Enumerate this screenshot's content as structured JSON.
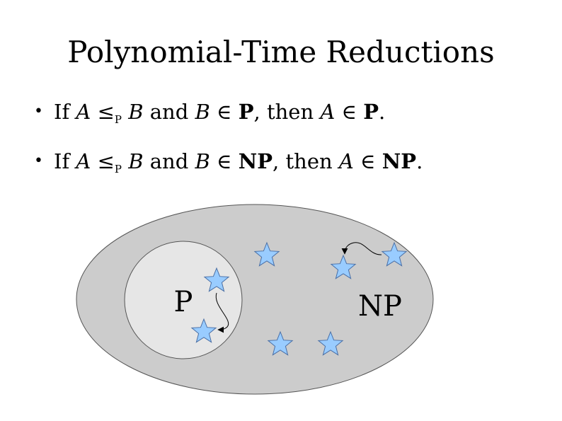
{
  "slide": {
    "title": "Polynomial-Time Reductions",
    "bullets": [
      {
        "if": "If ",
        "a": "A",
        "leq": " ≤",
        "sub": "P",
        "b": " B",
        "and": " and ",
        "b2": "B",
        "in1": " ∈ ",
        "class1": "P",
        "then": ", then ",
        "a2": "A",
        "in2": " ∈ ",
        "class2": "P",
        "end": "."
      },
      {
        "if": "If ",
        "a": "A",
        "leq": " ≤",
        "sub": "P",
        "b": " B",
        "and": " and ",
        "b2": "B",
        "in1": " ∈ ",
        "class1": "NP",
        "then": ", then ",
        "a2": "A",
        "in2": " ∈ ",
        "class2": "NP",
        "end": "."
      }
    ]
  },
  "diagram": {
    "outer_label": "NP",
    "inner_label": "P",
    "colors": {
      "np_fill": "#cccccc",
      "p_fill": "#e6e6e6",
      "star_fill": "#99ccff",
      "star_stroke": "#4a6fa5"
    }
  }
}
